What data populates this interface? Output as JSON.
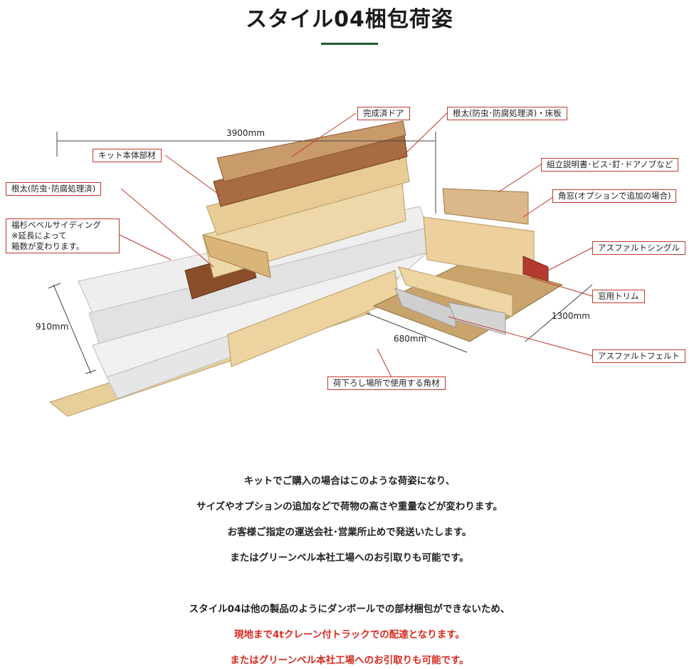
{
  "header": {
    "title": "スタイル04梱包荷姿",
    "accent_color": "#1f5a2e"
  },
  "diagram": {
    "callout_color": "#c0392b",
    "callouts": {
      "door": "完成済ドア",
      "sleeper_floor": "根太(防虫･防腐処理済)・床板",
      "kit_body": "キット本体部材",
      "manual": "組立説明書･ビス･釘･ドアノブなど",
      "sleeper": "根太(防虫･防腐処理済)",
      "corner_window": "角窓(オプションで追加の場合)",
      "siding_1": "福杉ベベルサイディング",
      "siding_2": "※延長によって",
      "siding_3": "箱数が変わります。",
      "asphalt_shingle": "アスファルトシングル",
      "window_trim": "窓用トリム",
      "asphalt_felt": "アスファルトフェルト",
      "unloading_lumber": "荷下ろし場所で使用する角材"
    },
    "dimensions": {
      "length": "3900mm",
      "height": "910mm",
      "pallet_width": "1300mm",
      "pallet_depth": "680mm"
    }
  },
  "body": {
    "paragraph1": [
      "キットでご購入の場合はこのような荷姿になり、",
      "サイズやオプションの追加などで荷物の高さや重量などが変わります。",
      "お客様ご指定の運送会社･営業所止めで発送いたします。",
      "またはグリーンベル本社工場へのお引取りも可能です。"
    ],
    "paragraph2": [
      "スタイル04は他の製品のようにダンボールでの部材梱包ができないため、"
    ],
    "paragraph2_red": [
      "現地まで4tクレーン付トラックでの配達となります。",
      "またはグリーンベル本社工場へのお引取りも可能です。"
    ],
    "emphasis_color": "#d62b1f"
  }
}
